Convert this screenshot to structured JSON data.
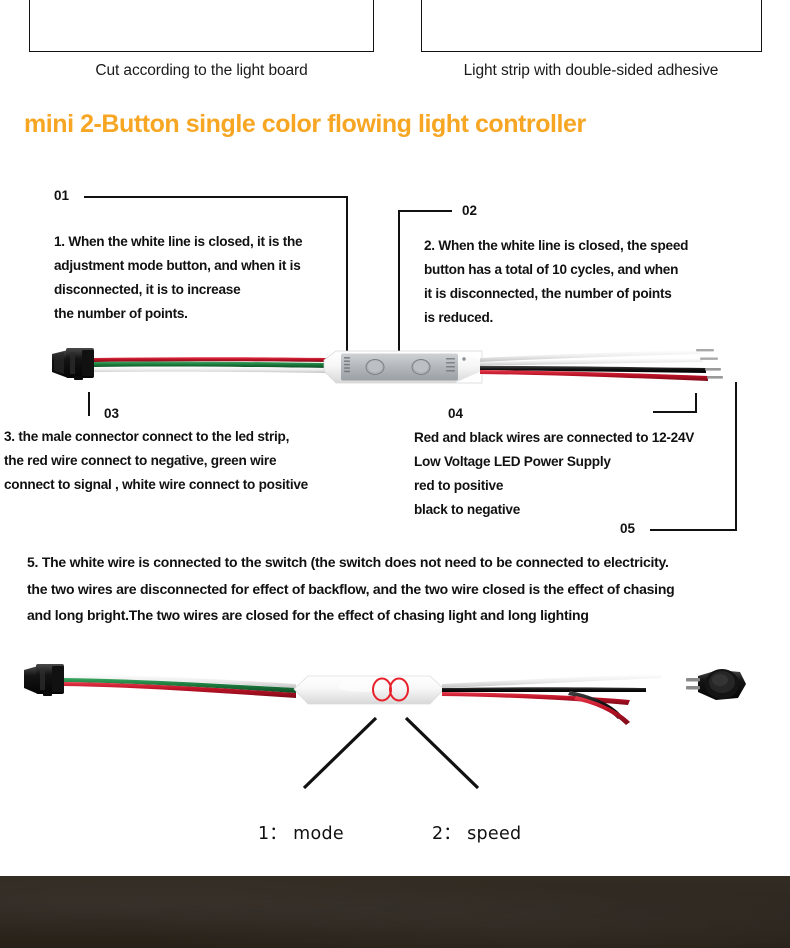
{
  "top": {
    "captions": [
      "Cut according to the light board",
      "Light strip with double-sided adhesive"
    ]
  },
  "headline": "mini 2-Button single color flowing light controller",
  "colors": {
    "headline_orange": "#F7A623",
    "wire_red": "#C8102E",
    "wire_green": "#1E7A3C",
    "wire_white": "#F2F2F2",
    "wire_black": "#1A1A1A",
    "callout_circle": "#E8202A",
    "body_white": "#F4F4F4",
    "panel_gray": "#B6B9BC",
    "dark_strip": "#2d2720"
  },
  "callouts": [
    {
      "num": "01",
      "text": "1. When the white line is closed, it is the\nadjustment mode button, and when it is\n disconnected, it is to increase\nthe number of points."
    },
    {
      "num": "02",
      "text": "2. When the white line is closed, the speed\nbutton has a total of 10 cycles, and when\nit is disconnected, the number of points\nis reduced."
    },
    {
      "num": "03",
      "text": " 3. the male connector connect to the led strip,\nthe red wire connect to negative, green wire\nconnect to signal , white wire connect to positive"
    },
    {
      "num": "04",
      "text": "Red and black wires are connected to 12-24V\nLow Voltage LED Power Supply\nred to positive\nblack to negative"
    },
    {
      "num": "05",
      "text": "5. The white wire is connected to the switch (the switch does not need to be connected to electricity.\nthe two wires are disconnected for effect of backflow,  and the two wire closed is the effect of chasing\nand long bright.The two wires are closed for the effect of chasing light and long lighting"
    }
  ],
  "bottom_labels": {
    "mode": "1： mode",
    "speed": "2： speed"
  },
  "device": {
    "button_mode_label": "MODE",
    "button_speed_label": "SPEED",
    "connector_name": "jst-sm-male-connector",
    "switch_name": "rocker-switch"
  }
}
